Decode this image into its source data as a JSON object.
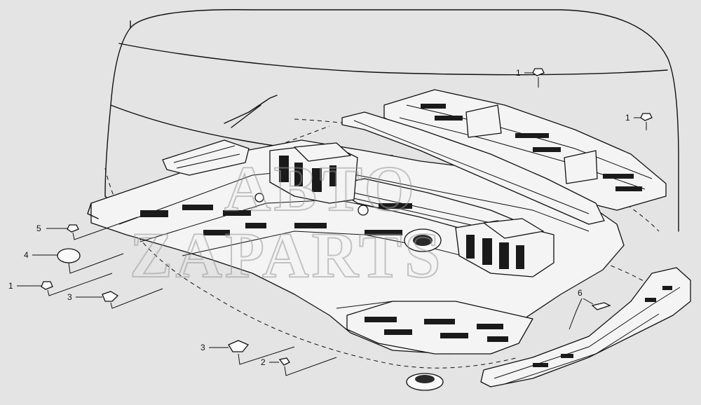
{
  "watermark": {
    "line1": "ABTO",
    "line2": "ZAPARTS"
  },
  "callouts": [
    {
      "id": "c1a",
      "number": "1",
      "part": "plug"
    },
    {
      "id": "c1b",
      "number": "1",
      "part": "plug"
    },
    {
      "id": "c1c",
      "number": "1",
      "part": "plug"
    },
    {
      "id": "c2",
      "number": "2",
      "part": "plug"
    },
    {
      "id": "c3a",
      "number": "3",
      "part": "plug"
    },
    {
      "id": "c3b",
      "number": "3",
      "part": "plug"
    },
    {
      "id": "c4",
      "number": "4",
      "part": "plug"
    },
    {
      "id": "c5",
      "number": "5",
      "part": "plug"
    },
    {
      "id": "c6",
      "number": "6",
      "part": "pad"
    }
  ]
}
